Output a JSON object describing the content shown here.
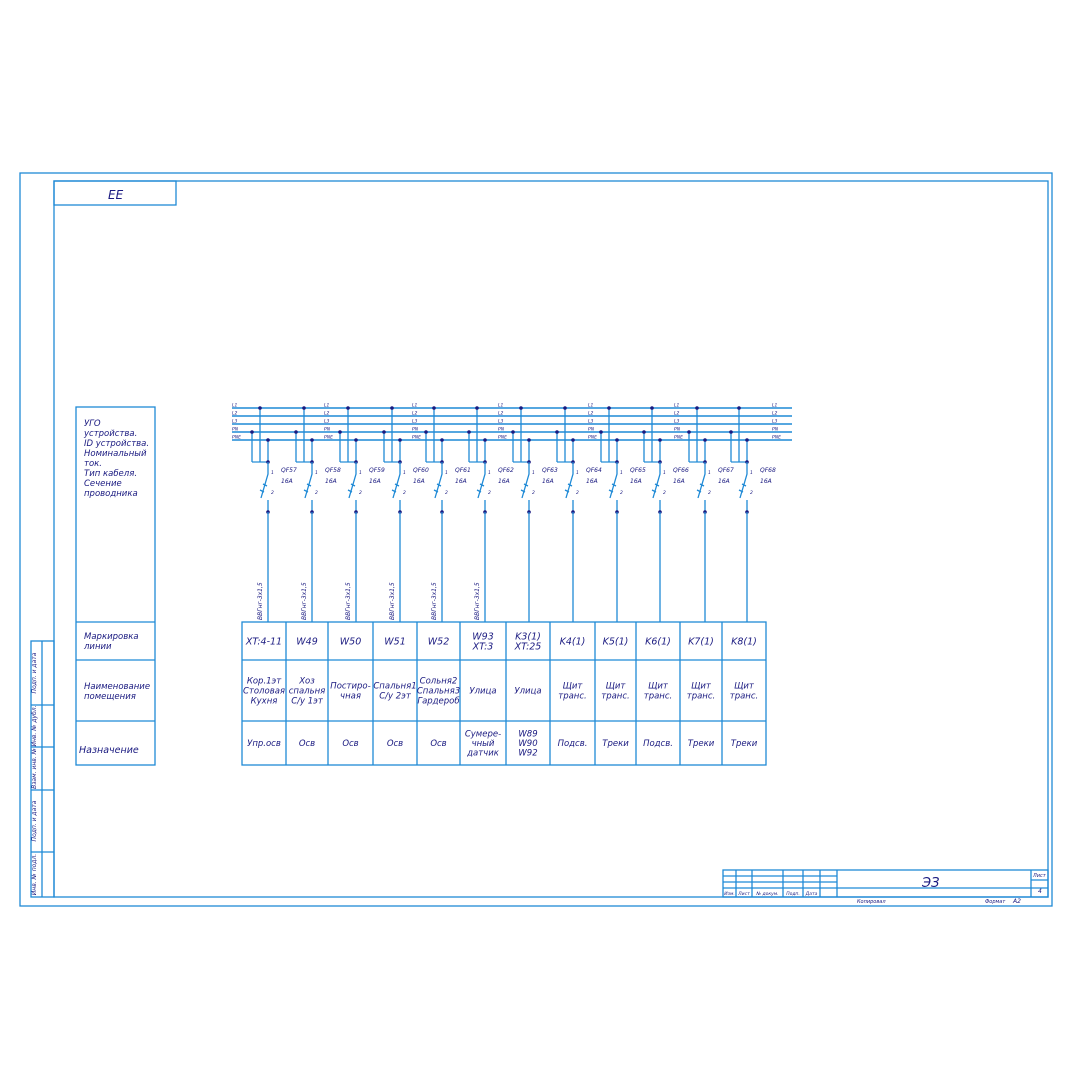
{
  "sheet": {
    "corner_code": "ЕЕ",
    "doc_code": "ЭЗ",
    "sheet_label": "Лист",
    "sheet_number": "4",
    "copied_label": "Копировал",
    "format_label": "Формат",
    "format_value": "A2",
    "stamp_headers": [
      "Изм.",
      "Лист",
      "№ докум.",
      "Подп.",
      "Дата"
    ],
    "side_labels": [
      "Подп. и дата",
      "Инв. № дубл.",
      "Взам. инв. №",
      "Подп. и дата",
      "Инв. № подл."
    ]
  },
  "legend": {
    "header_lines": [
      "УГО",
      "устройства.",
      "ID устройства.",
      "Номинальный",
      "ток.",
      "Тип кабеля.",
      "Сечение",
      "проводника"
    ],
    "marking_lines": [
      "Маркировка",
      "линии"
    ],
    "room_lines": [
      "Наименование",
      "помещения"
    ],
    "purpose": "Назначение"
  },
  "busbars": [
    "L1",
    "L2",
    "L3",
    "PN",
    "PNE"
  ],
  "colors": {
    "line": "#1f8ad6",
    "node": "#1a1a80",
    "text": "#1a1a80"
  },
  "circuits": [
    {
      "id": "QF57",
      "rating": "16A",
      "cable": "ВВГнг-3х1,5",
      "marking": [
        "XT:4-11"
      ],
      "room": [
        "Кор.1эт",
        "Столовая",
        "Кухня"
      ],
      "purpose": [
        "Упр.осв"
      ]
    },
    {
      "id": "QF58",
      "rating": "16A",
      "cable": "ВВГнг-3х1,5",
      "marking": [
        "W49"
      ],
      "room": [
        "Хоз",
        "спальня",
        "С/у 1эт"
      ],
      "purpose": [
        "Осв"
      ]
    },
    {
      "id": "QF59",
      "rating": "16A",
      "cable": "ВВГнг-3х1,5",
      "marking": [
        "W50"
      ],
      "room": [
        "Постиро-",
        "чная"
      ],
      "purpose": [
        "Осв"
      ]
    },
    {
      "id": "QF60",
      "rating": "16A",
      "cable": "ВВГнг-3х1,5",
      "marking": [
        "W51"
      ],
      "room": [
        "Спальня1",
        "С/у 2эт"
      ],
      "purpose": [
        "Осв"
      ]
    },
    {
      "id": "QF61",
      "rating": "16A",
      "cable": "ВВГнг-3х1,5",
      "marking": [
        "W52"
      ],
      "room": [
        "Сольня2",
        "Спальня3",
        "Гардероб"
      ],
      "purpose": [
        "Осв"
      ]
    },
    {
      "id": "QF62",
      "rating": "16A",
      "cable": "ВВГнг-3х1,5",
      "marking": [
        "W93",
        "XT:3"
      ],
      "room": [
        "Улица"
      ],
      "purpose": [
        "Сумере-",
        "чный",
        "датчик"
      ]
    },
    {
      "id": "QF63",
      "rating": "16A",
      "cable": "",
      "marking": [
        "K3(1)",
        "XT:25"
      ],
      "room": [
        "Улица"
      ],
      "purpose": [
        "W89",
        "W90",
        "W92"
      ]
    },
    {
      "id": "QF64",
      "rating": "16A",
      "cable": "",
      "marking": [
        "K4(1)"
      ],
      "room": [
        "Щит",
        "транс."
      ],
      "purpose": [
        "Подсв."
      ]
    },
    {
      "id": "QF65",
      "rating": "16A",
      "cable": "",
      "marking": [
        "K5(1)"
      ],
      "room": [
        "Щит",
        "транс."
      ],
      "purpose": [
        "Треки"
      ]
    },
    {
      "id": "QF66",
      "rating": "16A",
      "cable": "",
      "marking": [
        "K6(1)"
      ],
      "room": [
        "Щит",
        "транс."
      ],
      "purpose": [
        "Подсв."
      ]
    },
    {
      "id": "QF67",
      "rating": "16A",
      "cable": "",
      "marking": [
        "K7(1)"
      ],
      "room": [
        "Щит",
        "транс."
      ],
      "purpose": [
        "Треки"
      ]
    },
    {
      "id": "QF68",
      "rating": "16A",
      "cable": "",
      "marking": [
        "K8(1)"
      ],
      "room": [
        "Щит",
        "транс."
      ],
      "purpose": [
        "Треки"
      ]
    }
  ]
}
